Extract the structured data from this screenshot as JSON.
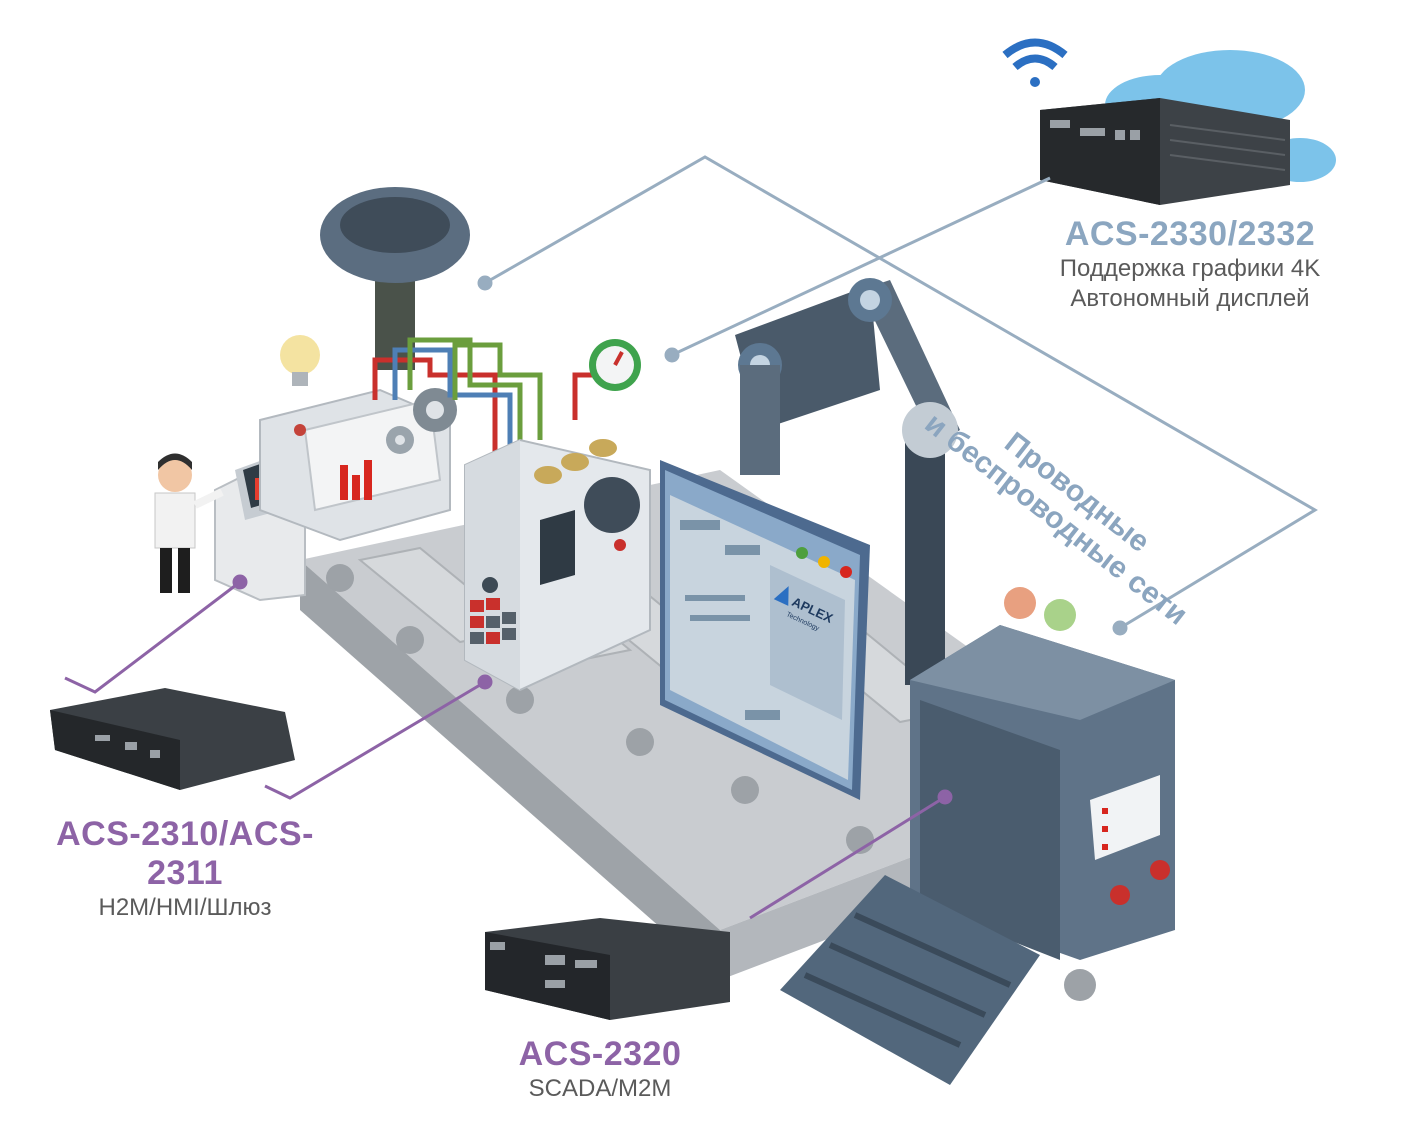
{
  "colors": {
    "purple": "#8d63a6",
    "steel_blue": "#8ba6c0",
    "connector_gray": "#98adc0"
  },
  "products": [
    {
      "id": "acs-2330",
      "model": "ACS-2330/2332",
      "lines": [
        "Поддержка графики 4K",
        "Автономный дисплей"
      ],
      "color": "#8ba6c0"
    },
    {
      "id": "acs-2310",
      "model": "ACS-2310/ACS-2311",
      "lines": [
        "H2M/HMI/Шлюз"
      ],
      "color": "#8d63a6"
    },
    {
      "id": "acs-2320",
      "model": "ACS-2320",
      "lines": [
        "SCADA/M2M"
      ],
      "color": "#8d63a6"
    }
  ],
  "network": {
    "line1": "Проводные",
    "line2": "и беспроводные сети"
  },
  "brand": {
    "logo": "APLEX",
    "sub": "Technology"
  },
  "icons": [
    "wifi-icon",
    "cloud-icon",
    "lightbulb-icon",
    "gear-icon",
    "gauge-icon",
    "checklist-icon"
  ]
}
